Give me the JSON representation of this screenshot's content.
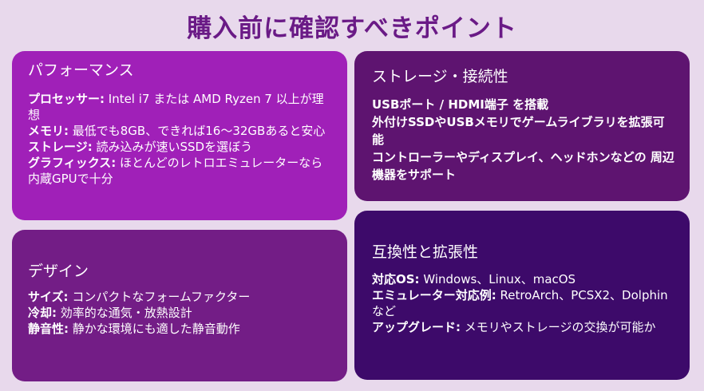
{
  "title": "購入前に確認すべきポイント",
  "cards": {
    "performance": {
      "title": "パフォーマンス",
      "items": [
        {
          "label": "プロセッサー:",
          "text": " Intel i7 または AMD Ryzen 7 以上が理想"
        },
        {
          "label": "メモリ:",
          "text": " 最低でも8GB、できれば16〜32GBあると安心"
        },
        {
          "label": "ストレージ:",
          "text": " 読み込みが速いSSDを選ぼう"
        },
        {
          "label": "グラフィックス:",
          "text": " ほとんどのレトロエミュレーターなら内蔵GPUで十分"
        }
      ]
    },
    "storage": {
      "title": "ストレージ・接続性",
      "lines": [
        "USBポート / HDMI端子 を搭載",
        "外付けSSDやUSBメモリでゲームライブラリを拡張可能",
        "コントローラーやディスプレイ、ヘッドホンなどの 周辺機器をサポート"
      ]
    },
    "design": {
      "title": "デザイン",
      "items": [
        {
          "label": "サイズ:",
          "text": " コンパクトなフォームファクター"
        },
        {
          "label": "冷却:",
          "text": " 効率的な通気・放熱設計"
        },
        {
          "label": "静音性:",
          "text": " 静かな環境にも適した静音動作"
        }
      ]
    },
    "compat": {
      "title": "互換性と拡張性",
      "items": [
        {
          "label": "対応OS:",
          "text": " Windows、Linux、macOS"
        },
        {
          "label": "エミュレーター対応例:",
          "text": " RetroArch、PCSX2、Dolphinなど"
        },
        {
          "label": "アップグレード:",
          "text": " メモリやストレージの交換が可能か"
        }
      ]
    }
  },
  "colors": {
    "background": "#e8d9ec",
    "title": "#6a1a86",
    "performance": "#a020b8",
    "storage": "#5e1470",
    "design": "#731d86",
    "compat": "#3d0a6a"
  }
}
